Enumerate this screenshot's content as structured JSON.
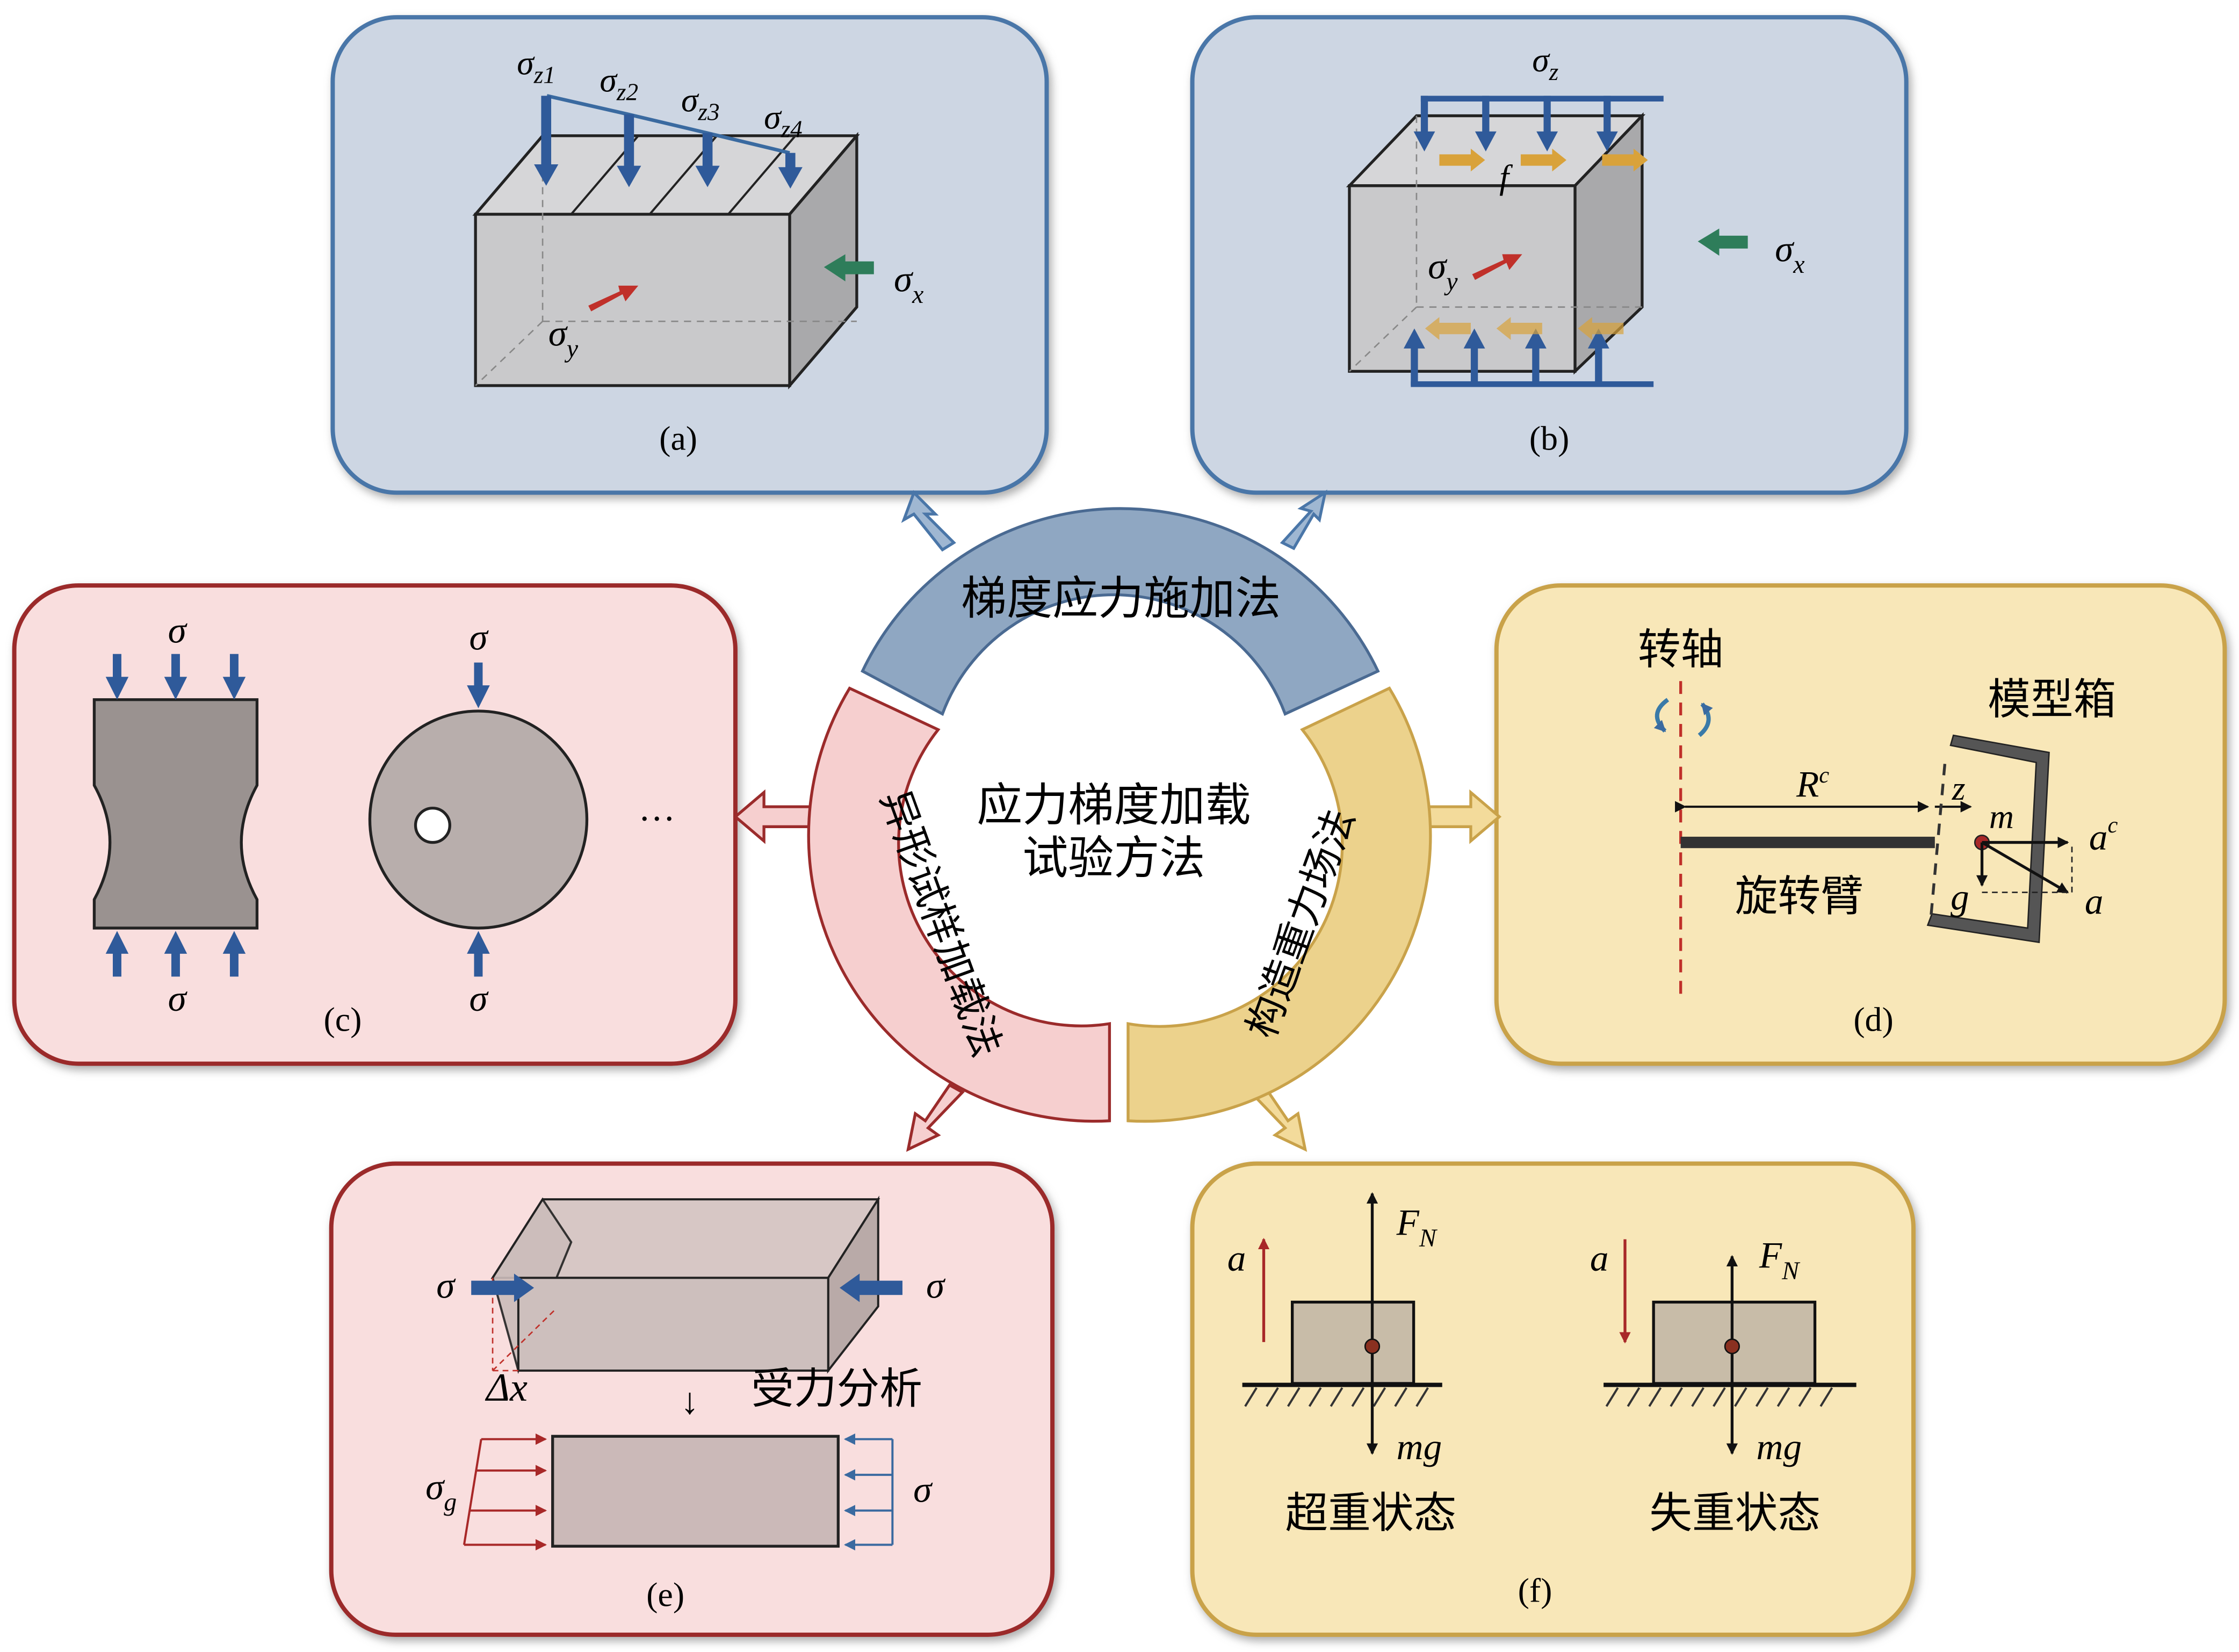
{
  "center": {
    "line1": "应力梯度加载",
    "line2": "试验方法"
  },
  "ring": {
    "top": "梯度应力施加法",
    "left": "异形试样加载法",
    "right": "构造重力场法"
  },
  "colors": {
    "blue_fill": "#cdd6e3",
    "blue_border": "#4a76a8",
    "blue_ring": "#8fa7c2",
    "pink_fill": "#f9dede",
    "pink_border": "#9b2b2b",
    "pink_ring": "#f6cfcf",
    "yellow_fill": "#f8e7b8",
    "yellow_border": "#c9a24a",
    "yellow_ring": "#ecd28c",
    "block_gray": "#c9c9cb",
    "arrow_blue": "#2f5a9a",
    "arrow_red": "#c0302a",
    "arrow_green": "#2e7d5a",
    "arrow_orange": "#d9a23a"
  },
  "panels": {
    "a": {
      "caption": "(a)",
      "sz1": "σ",
      "sz1_sub": "z1",
      "sz2": "σ",
      "sz2_sub": "z2",
      "sz3": "σ",
      "sz3_sub": "z3",
      "sz4": "σ",
      "sz4_sub": "z4",
      "sx": "σ",
      "sx_sub": "x",
      "sy": "σ",
      "sy_sub": "y"
    },
    "b": {
      "caption": "(b)",
      "sz": "σ",
      "sz_sub": "z",
      "f": "f",
      "sx": "σ",
      "sx_sub": "x",
      "sy": "σ",
      "sy_sub": "y"
    },
    "c": {
      "caption": "(c)",
      "sigma": "σ",
      "ellipsis": "···"
    },
    "d": {
      "caption": "(d)",
      "axis": "转轴",
      "box": "模型箱",
      "arm": "旋转臂",
      "R": "R",
      "R_sup": "c",
      "z": "z",
      "m": "m",
      "ac": "a",
      "ac_sup": "c",
      "g": "g",
      "a": "a"
    },
    "e": {
      "caption": "(e)",
      "sigma": "σ",
      "dx": "Δx",
      "analysis": "受力分析",
      "sg": "σ",
      "sg_sub": "g"
    },
    "f": {
      "caption": "(f)",
      "a": "a",
      "FN": "F",
      "FN_sub": "N",
      "mg": "mg",
      "over": "超重状态",
      "under": "失重状态"
    }
  }
}
